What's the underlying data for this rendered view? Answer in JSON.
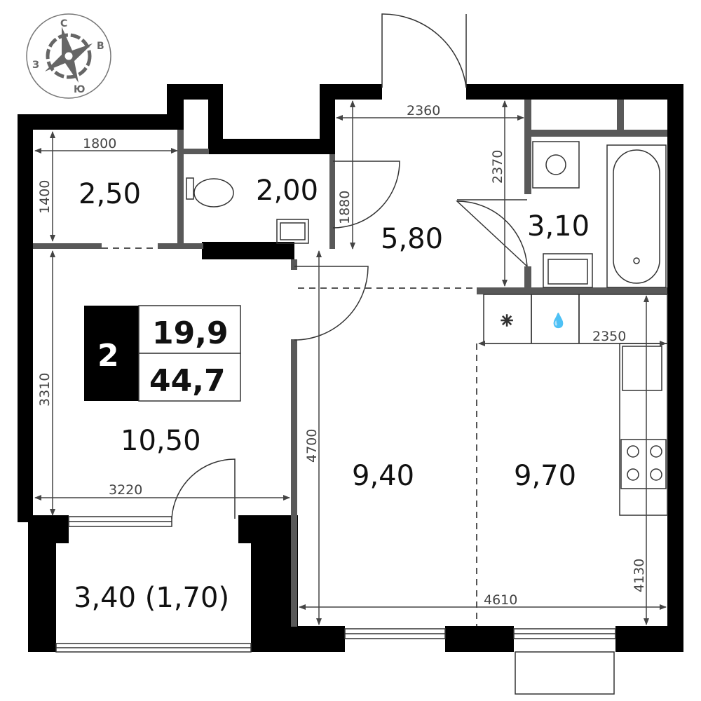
{
  "compass": {
    "north": "С",
    "east": "В",
    "south": "Ю",
    "west": "З"
  },
  "summary": {
    "rooms": "2",
    "living_area": "19,9",
    "total_area": "44,7"
  },
  "rooms": {
    "storage": "2,50",
    "toilet": "2,00",
    "hall": "5,80",
    "bathroom": "3,10",
    "bedroom": "10,50",
    "living": "9,40",
    "kitchen": "9,70",
    "balcony": "3,40 (1,70)"
  },
  "dimensions": {
    "storage_width": "1800",
    "storage_depth": "1400",
    "hall_width": "2360",
    "hall_depth": "2370",
    "toilet_depth": "1880",
    "bedroom_depth": "3310",
    "bedroom_width": "3220",
    "living_depth": "4700",
    "kitchen_width": "2350",
    "kitchen_depth": "4130",
    "living_kitchen_width": "4610"
  },
  "colors": {
    "wall": "#000000",
    "partition": "#595959",
    "dim": "#444444"
  }
}
